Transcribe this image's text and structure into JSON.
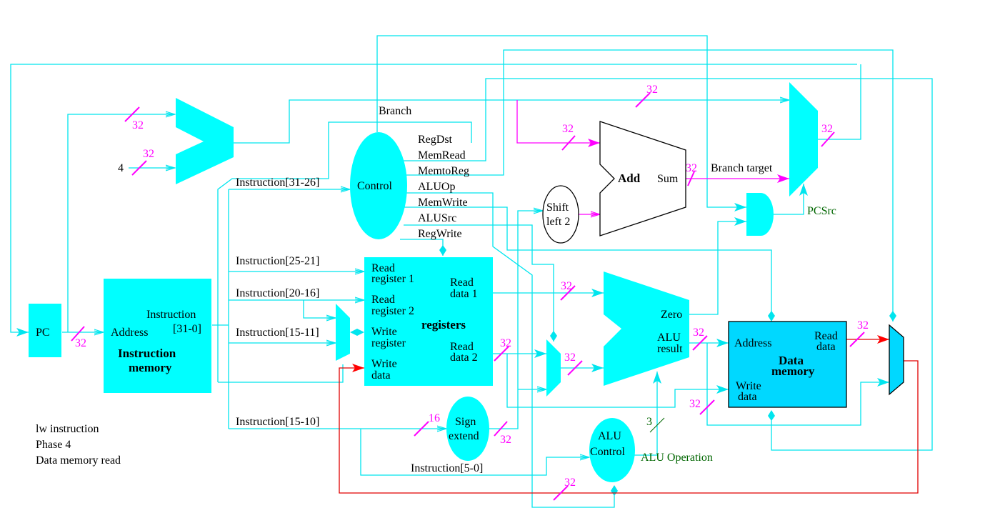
{
  "diagram": {
    "caption": [
      "lw instruction",
      "Phase 4",
      "Data memory read"
    ],
    "units": {
      "pc": "PC",
      "instruction_memory": {
        "input": "Address",
        "output": [
          "Instruction",
          "[31-0]"
        ],
        "title": [
          "Instruction",
          "memory"
        ]
      },
      "pc_adder_const": "4",
      "control": "Control",
      "registers": {
        "title": "registers",
        "read_register_1": [
          "Read",
          "register 1"
        ],
        "read_register_2": [
          "Read",
          "register 2"
        ],
        "write_register": [
          "Write",
          "register"
        ],
        "write_data": [
          "Write",
          "data"
        ],
        "read_data_1": [
          "Read",
          "data 1"
        ],
        "read_data_2": [
          "Read",
          "data 2"
        ]
      },
      "shift_left_2": [
        "Shift",
        "left 2"
      ],
      "branch_adder": {
        "title": "Add",
        "output": "Sum"
      },
      "sign_extend": [
        "Sign",
        "extend"
      ],
      "alu": {
        "zero": "Zero",
        "result": [
          "ALU",
          "result"
        ]
      },
      "alu_control": [
        "ALU",
        "Control"
      ],
      "data_memory": {
        "address": "Address",
        "read_data": [
          "Read",
          "data"
        ],
        "write_data": [
          "Write",
          "data"
        ],
        "title": [
          "Data",
          "memory"
        ]
      }
    },
    "control_signals": [
      "Branch",
      "RegDst",
      "MemRead",
      "MemtoReg",
      "ALUOp",
      "MemWrite",
      "ALUSrc",
      "RegWrite"
    ],
    "instruction_fields": [
      "Instruction[31-26]",
      "Instruction[25-21]",
      "Instruction[20-16]",
      "Instruction[15-11]",
      "Instruction[15-10]",
      "Instruction[5-0]"
    ],
    "signal_labels": {
      "branch_target": "Branch target",
      "pcsrc": "PCSrc",
      "alu_operation": "ALU Operation"
    },
    "bus_widths": {
      "w32": "32",
      "w16": "16",
      "w3": "3"
    },
    "colors": {
      "inactive_wire": "#00e5ee",
      "active_wire_branch": "#ff00ff",
      "active_wire_memread": "#e00000",
      "unit_fill": "#00ffff",
      "active_unit_fill": "#00d8ff",
      "width_label": "#ff00ff",
      "control_label": "#006600"
    }
  }
}
